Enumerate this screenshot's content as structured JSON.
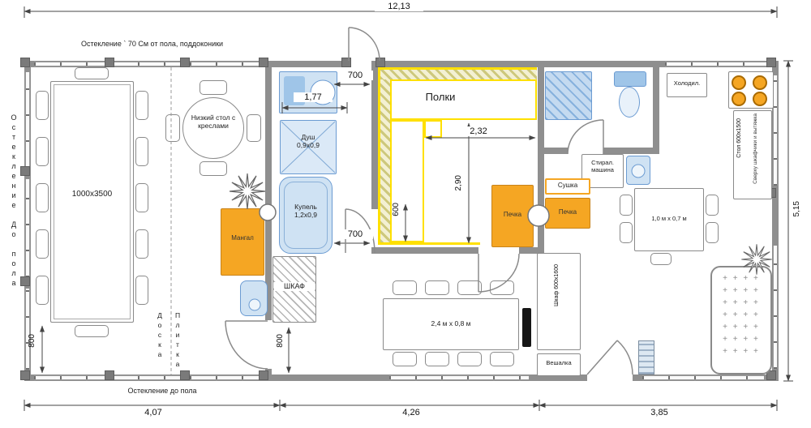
{
  "notes": {
    "glazing_top": "Остекление ` 70 См от пола, поддоконики",
    "glazing_bottom": "Остекление до пола",
    "glazing_left": "Остекление До пола",
    "floor_board": "Доска",
    "floor_tile": "Плитка"
  },
  "dims": {
    "total": "12,13",
    "right": "5,15",
    "seg_left": "4,07",
    "seg_mid": "4,26",
    "seg_right": "3,85",
    "shower_front": "1,77",
    "sauna_w": "2,32",
    "sauna_h": "2,90",
    "door_600": "600",
    "corridor_top": "700",
    "corridor_bottom": "700",
    "aisle_left": "800",
    "aisle_mid": "800"
  },
  "terrace": {
    "table": "1000x3500",
    "round_table": "Низкий стол с\nкреслами"
  },
  "bath": {
    "shower": "Душ\n0,9х0,9",
    "tub": "Купель\n1,2х0,9",
    "grill": "Мангал",
    "cabinet": "ШКАФ"
  },
  "sauna": {
    "shelves": "Полки",
    "stove": "Печка"
  },
  "utility": {
    "washer": "Стирал.\nмашина",
    "dryer": "Сушка",
    "stove": "Печка",
    "fridge": "Холодил.",
    "counter": "Стол 600х1500",
    "counter_note": "Сверху шкафчики и вытяжка",
    "table": "1,0 м х 0,7 м"
  },
  "lounge": {
    "table": "2,4 м х 0,8 м",
    "wardrobe": "Шкаф 600х1600",
    "rack": "Вешалка",
    "sofa_pattern": "+ + + +\n+ + + +\n+ + + +\n+ + + +\n+ + + +\n+ + + +\n+ + + +"
  },
  "colors": {
    "wall": "#8f8f8f",
    "bench_yellow": "#ffe000",
    "equipment_orange": "#f5a623",
    "plumbing_blue": "#cfe2f3"
  }
}
